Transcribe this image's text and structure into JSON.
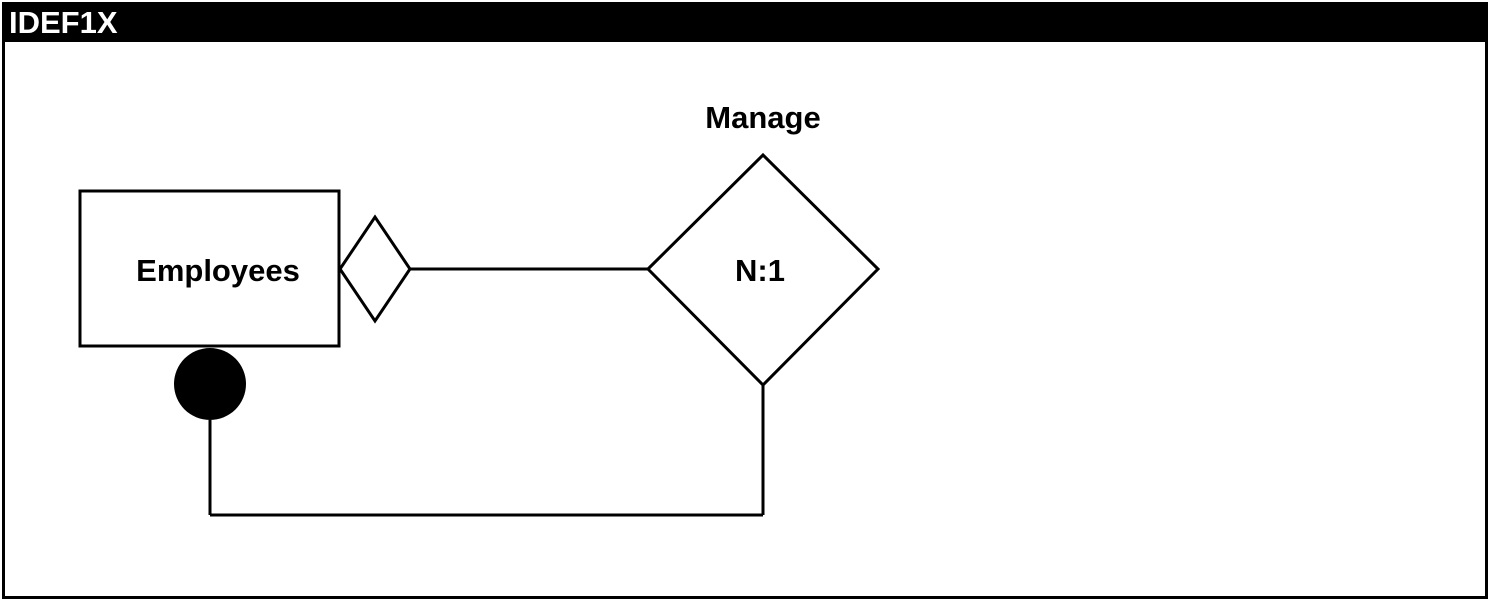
{
  "diagram": {
    "title": "IDEF1X",
    "entity": {
      "label": "Employees"
    },
    "relationship": {
      "name": "Manage",
      "cardinality": "N:1"
    }
  }
}
